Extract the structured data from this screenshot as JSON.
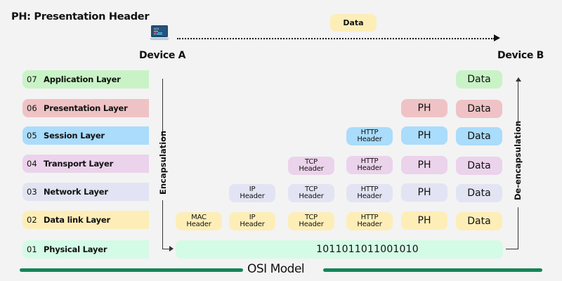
{
  "legend": "PH: Presentation Header",
  "devices": {
    "a": "Device A",
    "b": "Device B",
    "a_icon": "laptop-code-icon"
  },
  "transfer": {
    "label": "Data"
  },
  "colors": {
    "application": "#c9f3c7",
    "presentation": "#efc3c5",
    "session": "#aadcfb",
    "transport": "#ebd3eb",
    "network": "#e2e4f3",
    "datalink": "#fdeeb8",
    "physical": "#d4fbe6",
    "footer": "#14855a"
  },
  "layers": [
    {
      "num": "07",
      "name": "Application Layer"
    },
    {
      "num": "06",
      "name": "Presentation Layer"
    },
    {
      "num": "05",
      "name": "Session Layer"
    },
    {
      "num": "04",
      "name": "Transport Layer"
    },
    {
      "num": "03",
      "name": "Network  Layer"
    },
    {
      "num": "02",
      "name": "Data link Layer"
    },
    {
      "num": "01",
      "name": "Physical Layer"
    }
  ],
  "units": {
    "mac": [
      "MAC",
      "Header"
    ],
    "ip": [
      "IP",
      "Header"
    ],
    "tcp": [
      "TCP",
      "Header"
    ],
    "http": [
      "HTTP",
      "Header"
    ],
    "ph": "PH",
    "data": "Data"
  },
  "bits": "1011011011001010",
  "encapsulation": "Encapsulation",
  "deencapsulation": "De-encapsulation",
  "footer": "OSI Model"
}
